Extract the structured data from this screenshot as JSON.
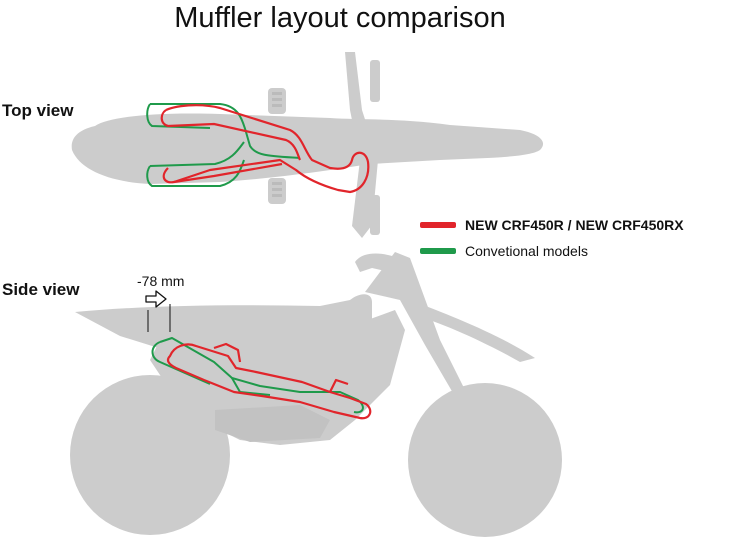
{
  "title": "Muffler layout comparison",
  "views": {
    "top": "Top view",
    "side": "Side view"
  },
  "legend": [
    {
      "label": "NEW CRF450R / NEW CRF450RX",
      "color": "#e1252b"
    },
    {
      "label": "Convetional models",
      "color": "#1f9a4b"
    }
  ],
  "dimension": "-78 mm",
  "colors": {
    "silhouette": "#cccccc",
    "new": "#e1252b",
    "conventional": "#1f9a4b"
  }
}
